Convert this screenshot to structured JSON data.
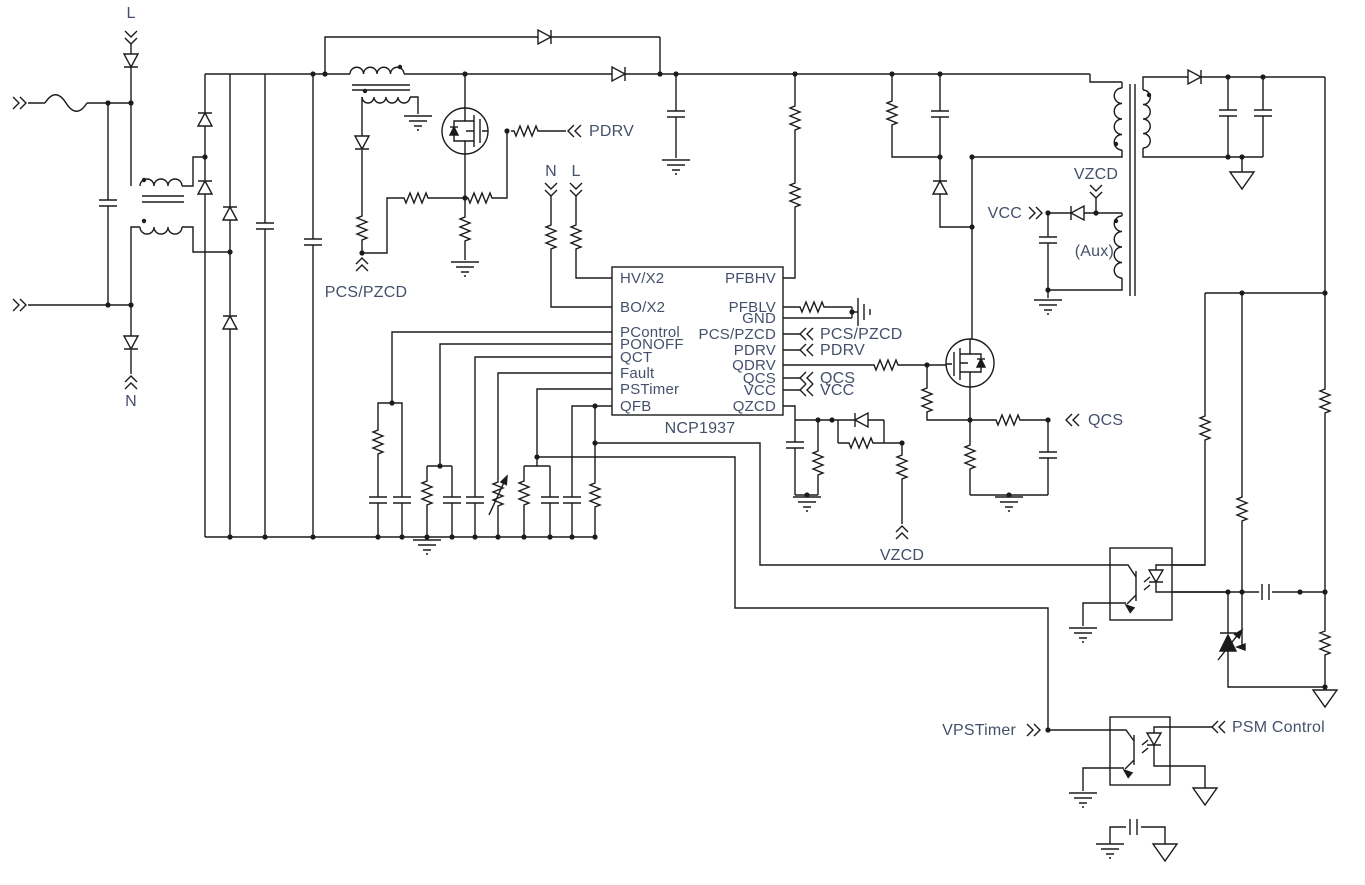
{
  "colors": {
    "background": "#ffffff",
    "wire": "#1b1b1b",
    "text": "#44506b"
  },
  "ic": {
    "part_number": "NCP1937",
    "left_pins": [
      "HV/X2",
      "BO/X2",
      "PControl",
      "PONOFF",
      "QCT",
      "Fault",
      "PSTimer",
      "QFB"
    ],
    "right_pins": [
      "PFBHV",
      "PFBLV",
      "GND",
      "PCS/PZCD",
      "PDRV",
      "QDRV",
      "QCS",
      "VCC",
      "QZCD"
    ]
  },
  "labels": {
    "ac_line": "L",
    "ac_neutral": "N",
    "pfc_sense_net": "PCS/PZCD",
    "pfc_gate_net": "PDRV",
    "neutral_sense": "N",
    "line_sense": "L",
    "net_pcs_pzcd": "PCS/PZCD",
    "net_pdrv": "PDRV",
    "net_qcs": "QCS",
    "net_vcc": "VCC",
    "vcc_supply": "VCC",
    "vzcd_aux": "VZCD",
    "aux_winding": "(Aux)",
    "qcs_sense": "QCS",
    "vzcd_divider": "VZCD",
    "vpstimer": "VPSTimer",
    "psm_control": "PSM Control"
  }
}
